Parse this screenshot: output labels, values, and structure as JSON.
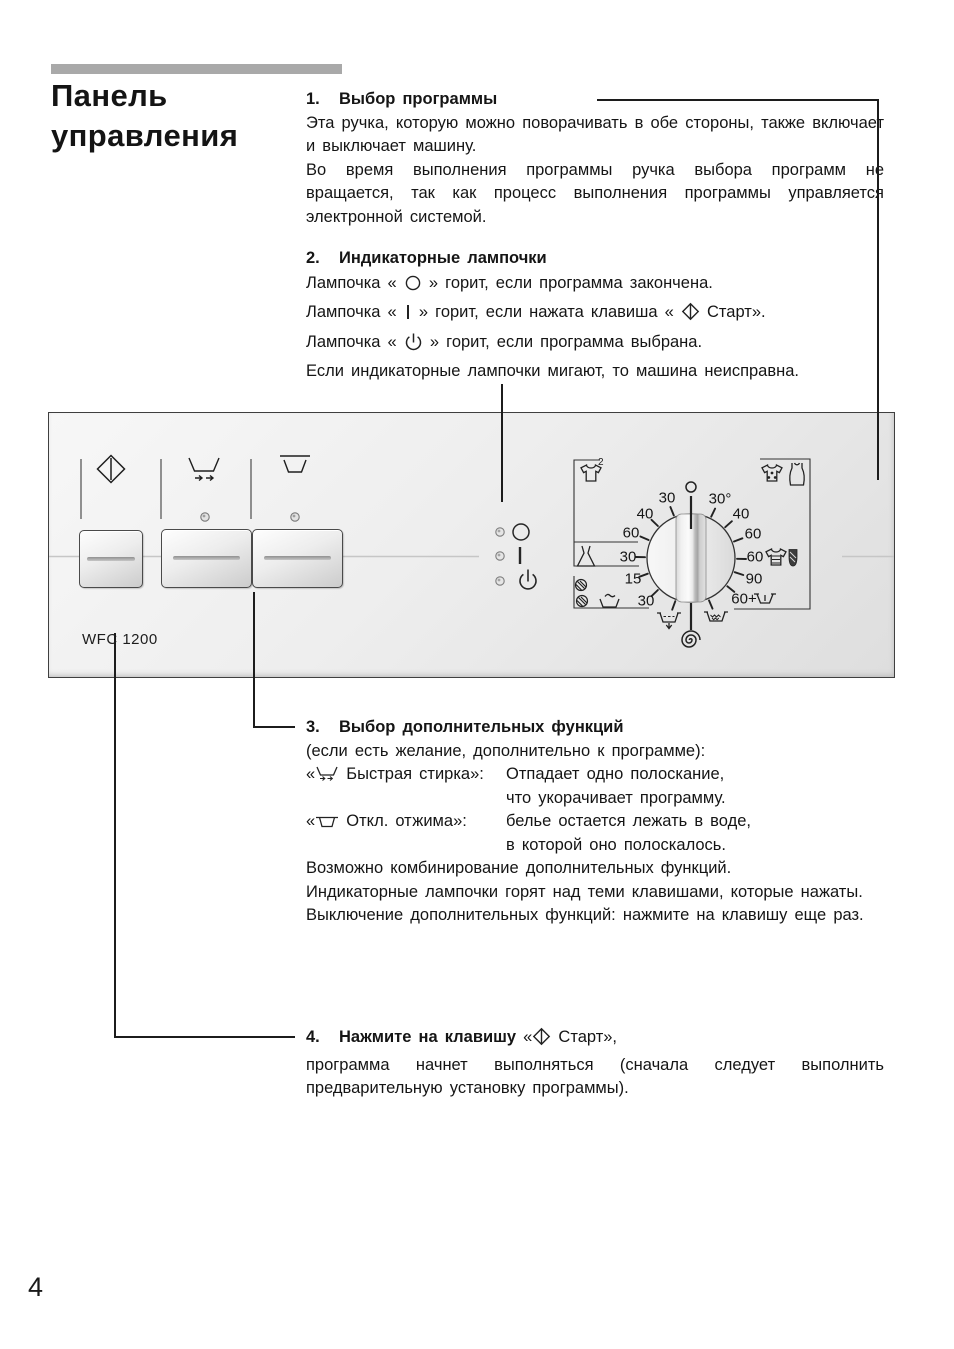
{
  "page": {
    "number": "4"
  },
  "title": {
    "line1": "Панель",
    "line2": "управления"
  },
  "sections": {
    "s1": {
      "num": "1.",
      "heading": "Выбор программы",
      "p1": "Эта ручка, которую можно поворачивать в обе стороны, также включает и выключает машину.",
      "p2": "Во время выполнения программы ручка выбора программ не вращается, так как процесс выполнения программы управляется электронной системой."
    },
    "s2": {
      "num": "2.",
      "heading": "Индикаторные лампочки",
      "end_pre": "Лампочка «",
      "end_post": "» горит, если программа закончена.",
      "run_pre": "Лампочка «",
      "run_mid": "» горит, если нажата клавиша «",
      "run_post": "Старт».",
      "sel_pre": "Лампочка «",
      "sel_post": "» горит, если программа выбрана.",
      "blink": "Если индикаторные лампочки мигают, то машина неисправна."
    },
    "s3": {
      "num": "3.",
      "heading": "Выбор дополнительных функций",
      "intro": "(если есть желание, дополнительно к программе):",
      "quick_pre": "«",
      "quick_label": "Быстрая стирка»:",
      "quick_d1": "Отпадает одно полоскание,",
      "quick_d2": "что укорачивает программу.",
      "spin_pre": "«",
      "spin_label": "Откл. отжима»:",
      "spin_d1": "белье остается лежать в воде,",
      "spin_d2": "в которой оно полоскалось.",
      "p1": "Возможно комбинирование дополнительных функций.",
      "p2": "Индикаторные лампочки горят над теми клавишами, которые нажаты.",
      "p3": "Выключение дополнительных функций: нажмите на клавишу еще раз."
    },
    "s4": {
      "num": "4.",
      "heading": "Нажмите на клавишу",
      "pre": "«",
      "post": "Старт»,",
      "body": "программа начнет выполняться (сначала следует выполнить предварительную установку программы)."
    }
  },
  "panel": {
    "model": "WFC 1200",
    "dial": {
      "cotton_mark": "2",
      "positions": [
        "30",
        "30°",
        "40",
        "40",
        "60",
        "60",
        "30",
        "60",
        "15",
        "90",
        "30",
        "60+"
      ]
    }
  },
  "colors": {
    "accent_bar": "#a9a9a9",
    "panel_border": "#3f3f3f",
    "text": "#111111"
  }
}
